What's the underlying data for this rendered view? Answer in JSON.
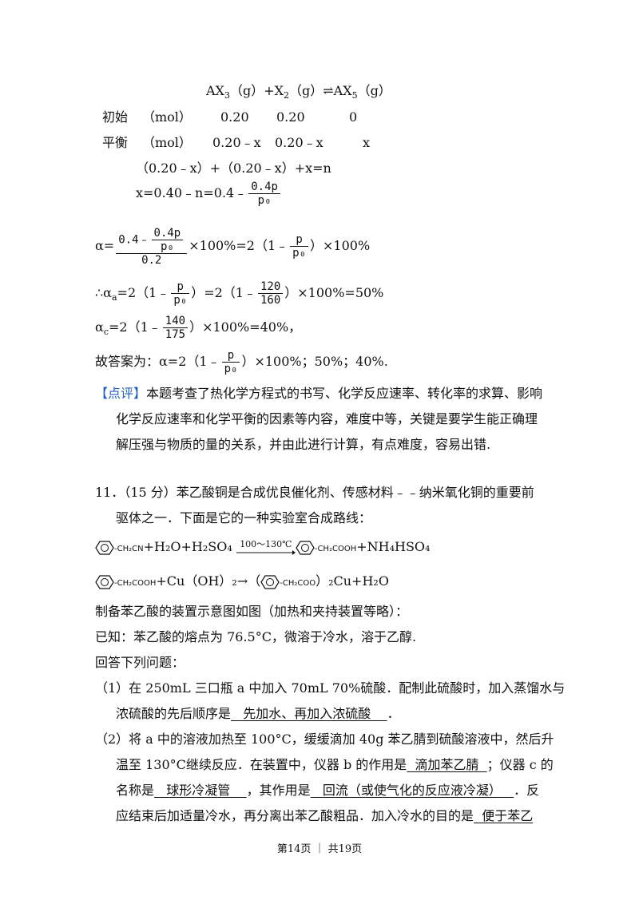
{
  "reaction_header": {
    "a": "AX",
    "a_sub": "3",
    "a_state": "（g）+X",
    "x_sub": "2",
    "x_state": "（g）⇌AX",
    "p_sub": "5",
    "p_state": "（g）"
  },
  "table": {
    "row1": {
      "label": "初始",
      "unit": "（mol）",
      "c1": "0.20",
      "c2": "0.20",
      "c3": "0"
    },
    "row2": {
      "label": "平衡",
      "unit": "（mol）",
      "c1": "0.20﹣x",
      "c2": "0.20﹣x",
      "c3": "x"
    }
  },
  "eq_sum": "（0.20﹣x）+（0.20﹣x）+x=n",
  "eq_x": {
    "prefix": "x=0.40﹣n=0.4﹣",
    "num": "0.4p",
    "den": "p₀"
  },
  "alpha": {
    "prefix": "α=",
    "outer_num_prefix": "0.4﹣",
    "inner_num": "0.4p",
    "inner_den": "p₀",
    "outer_den": "0.2",
    "mid": "×100%=2（1﹣",
    "num": "p",
    "den": "p₀",
    "suffix": "）×100%"
  },
  "alpha_a": {
    "prefix": "∴α",
    "sub": "a",
    "mid1": "=2（1﹣",
    "f1_num": "p",
    "f1_den": "p₀",
    "mid2": "）=2（1﹣",
    "f2_num": "120",
    "f2_den": "160",
    "suffix": "）×100%=50%"
  },
  "alpha_c": {
    "prefix": "α",
    "sub": "c",
    "mid": "=2（1﹣",
    "num": "140",
    "den": "175",
    "suffix": "）×100%=40%，"
  },
  "answer": {
    "prefix": "故答案为：α=2（1﹣",
    "num": "p",
    "den": "p₀",
    "suffix": "）×100%；50%；40%."
  },
  "comment": {
    "tag": "【点评】",
    "line1": "本题考查了热化学方程式的书写、化学反应速率、转化率的求算、影响",
    "line2": "化学反应速率和化学平衡的因素等内容，难度中等，关键是要学生能正确理",
    "line3": "解压强与物质的量的关系，并由此进行计算，有点难度，容易出错."
  },
  "q11": {
    "line1": "11．（15 分）苯乙酸铜是合成优良催化剂、传感材料﹣﹣纳米氧化铜的重要前",
    "line2": "驱体之一．下面是它的一种实验室合成路线：",
    "rxn1": {
      "reactant_group": "-CH₂CN",
      "plus": "+H₂O+H₂SO₄",
      "condition": "100～130℃",
      "product_group": "-CH₂COOH",
      "product_tail": "+NH₄HSO₄"
    },
    "rxn2": {
      "reactant_group": "-CH₂COOH",
      "mid": "+Cu（OH）₂→（",
      "inner_group": "-CH₂COO",
      "tail": "）₂Cu+H₂O"
    },
    "line3": "制备苯乙酸的装置示意图如图（加热和夹持装置等略）：",
    "line4": "已知：苯乙酸的熔点为 76.5°C，微溶于冷水，溶于乙醇.",
    "line5": "回答下列问题：",
    "p1_line1": "（1）在 250mL 三口瓶 a 中加入 70mL 70%硫酸．配制此硫酸时，加入蒸馏水与",
    "p1_line2_pre": "浓硫酸的先后顺序是",
    "p1_answer": "   先加水、再加入浓硫酸    ",
    "p1_line2_post": "．",
    "p2_line1": "（2）将 a 中的溶液加热至 100°C，缓缓滴加 40g 苯乙腈到硫酸溶液中，然后升",
    "p2_line2_pre": "温至 130°C继续反应．在装置中，仪器 b 的作用是",
    "p2_answer_b": "  滴加苯乙腈  ",
    "p2_line2_post": "；仪器 c 的",
    "p2_line3_pre": "名称是",
    "p2_answer_c_name": "   球形冷凝管    ",
    "p2_line3_mid": "，其作用是",
    "p2_answer_c_use": "   回流（或使气化的反应液冷凝）   ",
    "p2_line3_post": "．反",
    "p2_line4_pre": "应结束后加适量冷水，再分离出苯乙酸粗品．加入冷水的目的是",
    "p2_answer_water": "  便于苯乙"
  },
  "footer": "第14页 ｜ 共19页"
}
